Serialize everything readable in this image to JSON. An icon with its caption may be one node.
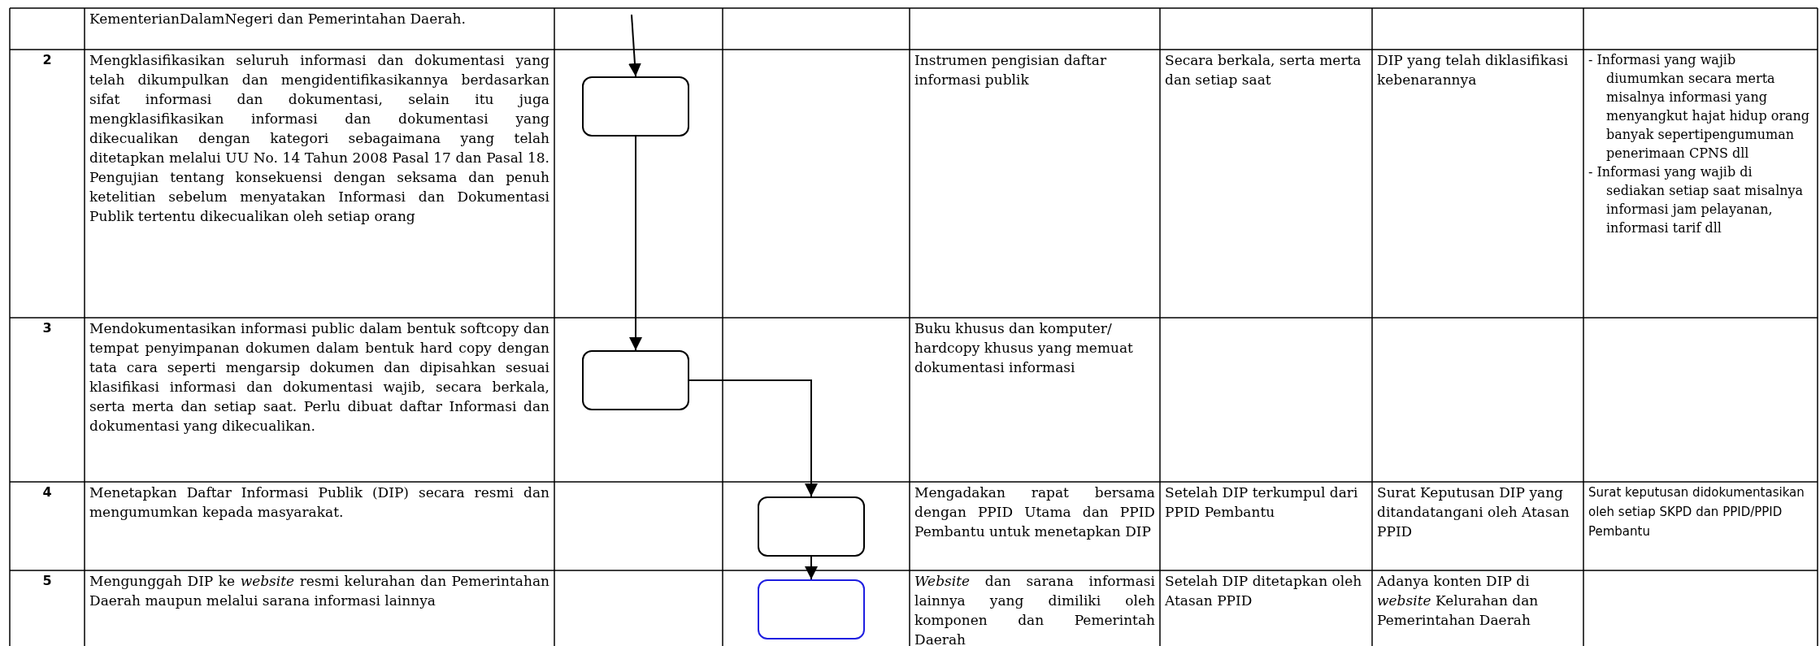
{
  "diagram": {
    "nodes": [
      {
        "text": [],
        "shape": "box"
      },
      {
        "text": [],
        "shape": "box"
      },
      {
        "text": [],
        "shape": "box"
      },
      {
        "text": [],
        "shape": "box"
      }
    ],
    "edges": [
      {
        "from": null,
        "to": 0,
        "arrow": "to"
      },
      {
        "from": 0,
        "to": 1,
        "arrow": "to"
      },
      {
        "from": 1,
        "to": 2,
        "arrow": "to"
      },
      {
        "from": 2,
        "to": 3,
        "arrow": "to"
      }
    ],
    "labels": [
      "KementerianDalamNegeri dan Pemerintahan Daerah.",
      "2",
      "Mengklasifikasikan seluruh informasi dan dokumentasi yang telah dikumpulkan dan mengidentifikasikannya berdasarkan sifat informasi dan dokumentasi, selain itu juga mengklasifikasikan informasi dan dokumentasi yang dikecualikan dengan kategori sebagaimana yang telah ditetapkan melalui UU No. 14 Tahun 2008 Pasal 17 dan Pasal 18. Pengujian tentang konsekuensi dengan seksama dan penuh ketelitian sebelum menyatakan Informasi dan Dokumentasi Publik tertentu dikecualikan oleh setiap orang",
      "Instrumen pengisian daftar informasi publik",
      "Secara berkala, serta merta dan setiap saat",
      "DIP yang telah diklasifikasi kebenarannya",
      "- Informasi yang wajib diumumkan secara merta misalnya informasi yang menyangkut hajat hidup orang banyak sepertipengumuman penerimaan CPNS dll",
      "- Informasi yang wajib di sediakan setiap saat misalnya informasi jam pelayanan, informasi tarif dll",
      "3",
      "Mendokumentasikan informasi public dalam bentuk softcopy dan tempat penyimpanan dokumen dalam bentuk hard copy dengan tata cara seperti mengarsip dokumen dan dipisahkan sesuai klasifikasi informasi dan dokumentasi wajib, secara berkala, serta merta dan setiap saat. Perlu dibuat daftar Informasi dan dokumentasi yang dikecualikan.",
      "Buku khusus dan komputer/ hardcopy khusus yang memuat dokumentasi informasi",
      "4",
      "Menetapkan Daftar Informasi Publik (DIP) secara resmi dan mengumumkan kepada masyarakat.",
      "Mengadakan rapat bersama dengan PPID Utama dan PPID Pembantu untuk menetapkan DIP",
      "Setelah DIP terkumpul dari PPID Pembantu",
      "Surat Keputusan DIP yang ditandatangani oleh Atasan PPID",
      "Surat keputusan didokumentasikan oleh setiap SKPD dan PPID/PPID Pembantu",
      "5",
      "Mengunggah DIP ke *website* resmi kelurahan dan Pemerintahan Daerah maupun melalui sarana informasi lainnya",
      "*Website* dan sarana informasi lainnya yang dimiliki oleh komponen dan Pemerintah Daerah",
      "Setelah DIP ditetapkan oleh Atasan PPID",
      "Adanya konten DIP di *website* Kelurahan dan Pemerintahan Daerah"
    ]
  }
}
